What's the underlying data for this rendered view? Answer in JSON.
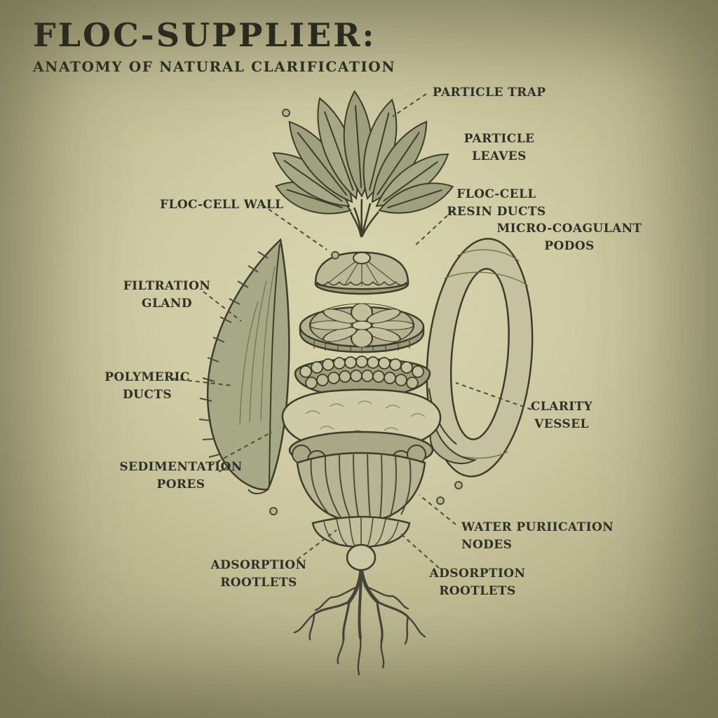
{
  "title": "FLOC-SUPPLIER:",
  "subtitle": "ANATOMY OF NATURAL CLARIFICATION",
  "labels": {
    "particle_trap": "PARTICLE TRAP",
    "particle_leaves": "PARTICLE\nLEAVES",
    "floc_cell_wall": "FLOC-CELL WALL",
    "floc_cell_resin_ducts": "FLOC-CELL\nRESIN DUCTS",
    "micro_coagulant_podos": "MICRO-COAGULANT\nPODOS",
    "filtration_gland": "FILTRATION\nGLAND",
    "polymeric_ducts": "POLYMERIC\nDUCTS",
    "clarity_vessel": "CLARITY\nVESSEL",
    "sedimentation_pores": "SEDIMENTATION\nPORES",
    "water_puriication_nodes": "WATER PURIICATION\nNODES",
    "adsorption_rootlets_left": "ADSORPTION\nROOTLETS",
    "adsorption_rootlets_right": "ADSORPTION\nROOTLETS"
  },
  "colors": {
    "background": "#d0cba4",
    "ink": "#3c3d2b",
    "text": "#303126",
    "fill_light": "#cfcba8",
    "fill_mid": "#b2af8d",
    "fill_dark": "#9c9c7b"
  }
}
